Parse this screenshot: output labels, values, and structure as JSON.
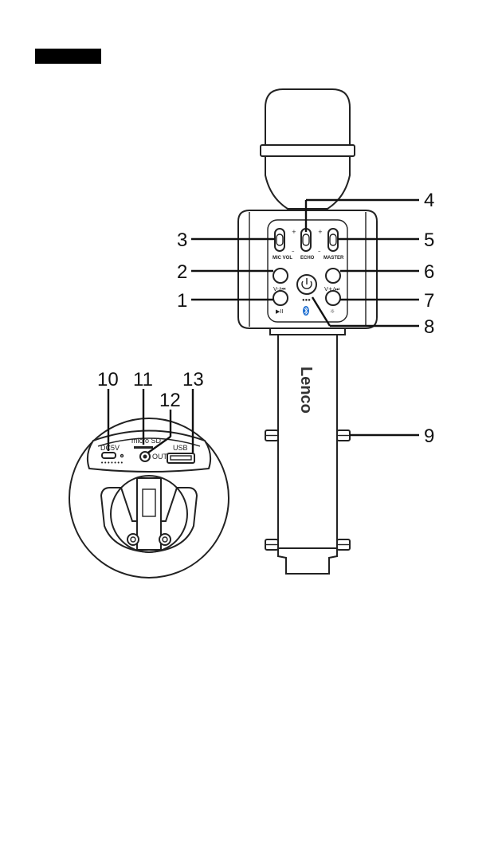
{
  "brand": "Lenco",
  "controls": {
    "mic_vol": "MIC VOL",
    "echo": "ECHO",
    "master": "MASTER",
    "plus": "+",
    "minus": "–",
    "prev_label": "V-/⏮",
    "next_label": "V+/⏭",
    "play_pause_label": "▶II",
    "light_label": "☼"
  },
  "ports": {
    "dc": "DC5V",
    "microsd": "micro SD",
    "out": "OUT",
    "usb": "USB"
  },
  "callouts": [
    "1",
    "2",
    "3",
    "4",
    "5",
    "6",
    "7",
    "8",
    "9",
    "10",
    "11",
    "12",
    "13"
  ],
  "colors": {
    "header_block": "#000000",
    "outline": "#222222",
    "bluetooth_icon": "#1f6fd1"
  }
}
